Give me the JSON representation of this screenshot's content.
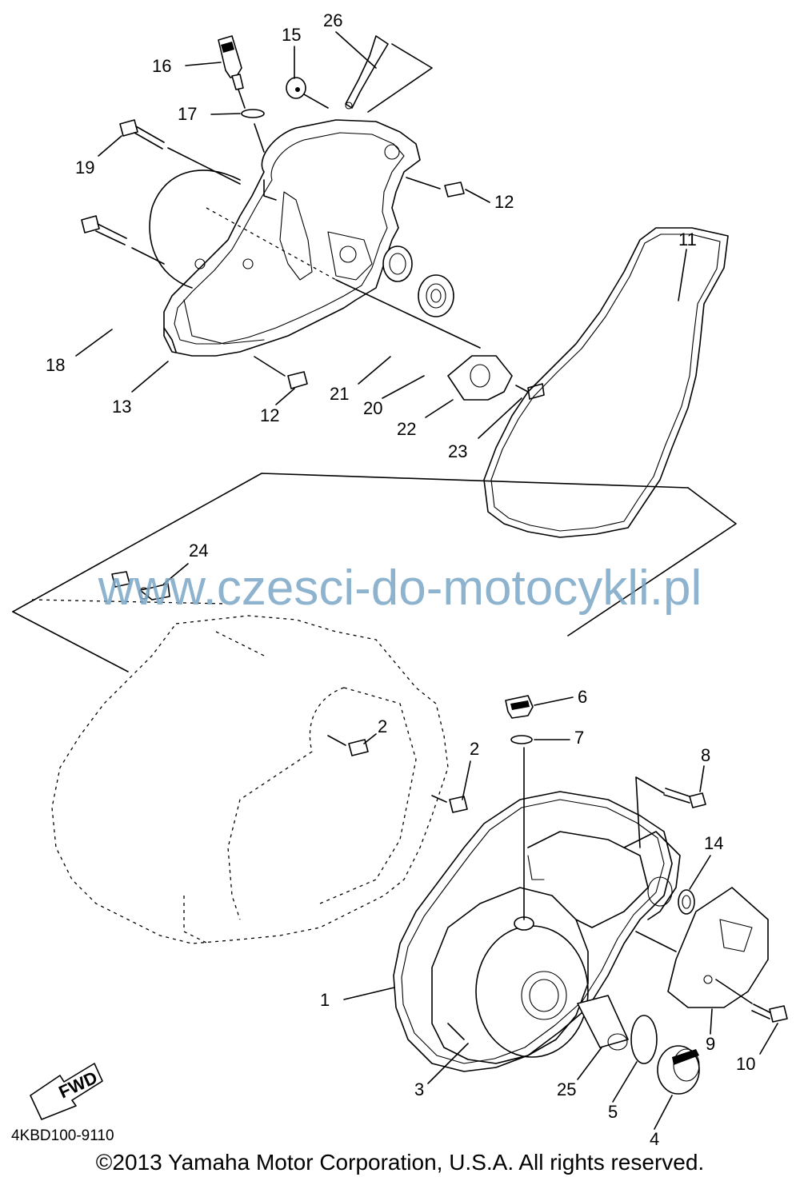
{
  "watermark": "www.czesci-do-motocykli.pl",
  "diagram_code": "4KBD100-9110",
  "copyright": "©2013 Yamaha Motor Corporation, U.S.A. All rights reserved.",
  "fwd_label": "FWD",
  "callouts": [
    "1",
    "2",
    "2",
    "3",
    "4",
    "5",
    "6",
    "7",
    "8",
    "9",
    "10",
    "11",
    "12",
    "12",
    "13",
    "14",
    "15",
    "16",
    "17",
    "18",
    "19",
    "20",
    "21",
    "22",
    "23",
    "24",
    "25",
    "26"
  ]
}
